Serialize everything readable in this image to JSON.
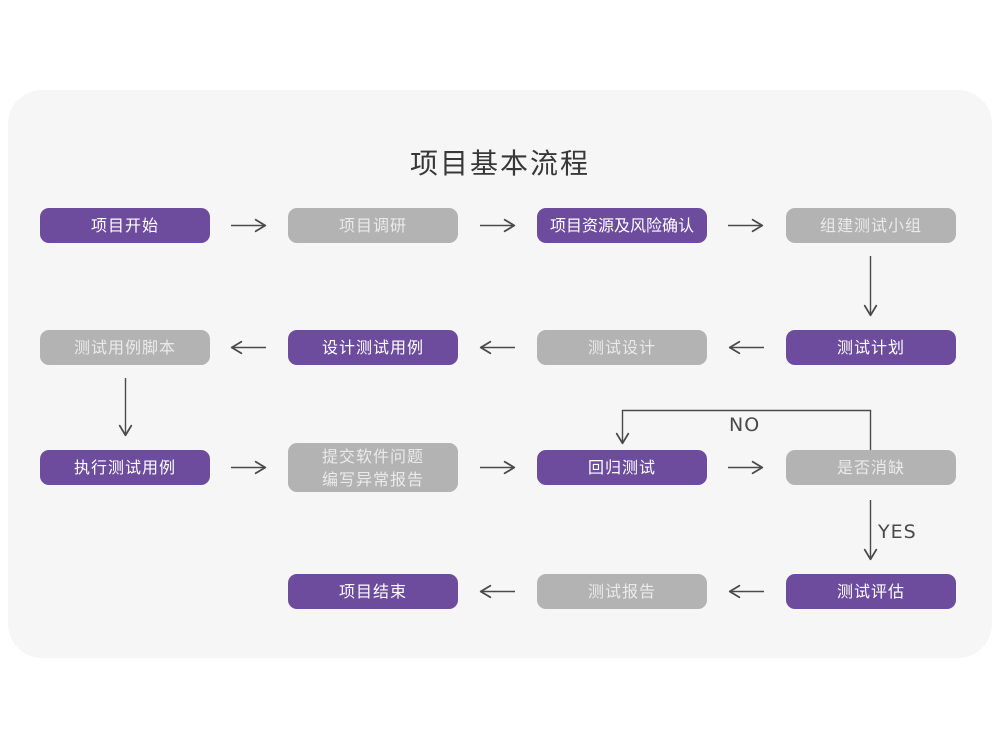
{
  "title": "项目基本流程",
  "colors": {
    "purple": "#6d4c9e",
    "gray": "#b3b3b3",
    "card_bg": "#f6f6f7",
    "page_bg": "#ffffff",
    "arrow": "#4a4a4a",
    "node_text_on_purple": "#ffffff",
    "node_text_on_gray": "#eaeaea",
    "title_text": "#383838"
  },
  "branch_labels": {
    "no": "NO",
    "yes": "YES"
  },
  "nodes": {
    "project_start": {
      "label": "项目开始"
    },
    "project_research": {
      "label": "项目调研"
    },
    "project_resources_risk": {
      "label": "项目资源及风险确认"
    },
    "form_test_team": {
      "label": "组建测试小组"
    },
    "test_case_script": {
      "label": "测试用例脚本"
    },
    "design_test_cases": {
      "label": "设计测试用例"
    },
    "test_design": {
      "label": "测试设计"
    },
    "test_plan": {
      "label": "测试计划"
    },
    "execute_test_cases": {
      "label": "执行测试用例"
    },
    "submit_issue_report": {
      "line1": "提交软件问题",
      "line2": "编写异常报告"
    },
    "regression_test": {
      "label": "回归测试"
    },
    "defect_resolved": {
      "label": "是否消缺"
    },
    "test_evaluation": {
      "label": "测试评估"
    },
    "test_report": {
      "label": "测试报告"
    },
    "project_end": {
      "label": "项目结束"
    }
  }
}
